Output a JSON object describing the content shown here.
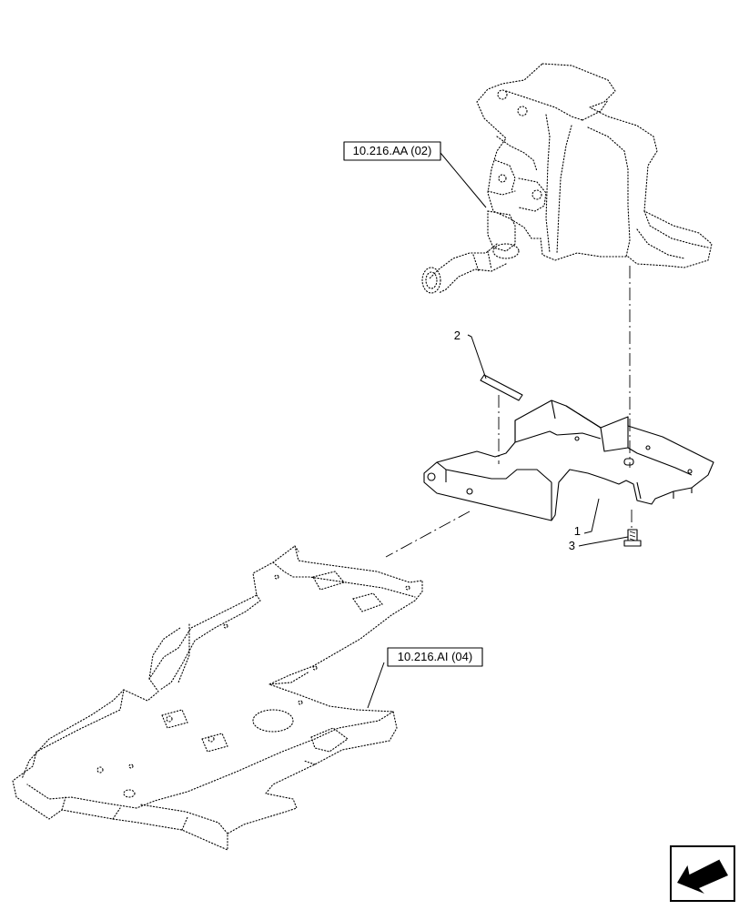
{
  "references": {
    "top_ref": "10.216.AA (02)",
    "bottom_ref": "10.216.AI (04)"
  },
  "callouts": {
    "item_1": "1",
    "item_2": "2",
    "item_3": "3"
  },
  "icons": {
    "nav": "next-page-arrow-icon"
  }
}
